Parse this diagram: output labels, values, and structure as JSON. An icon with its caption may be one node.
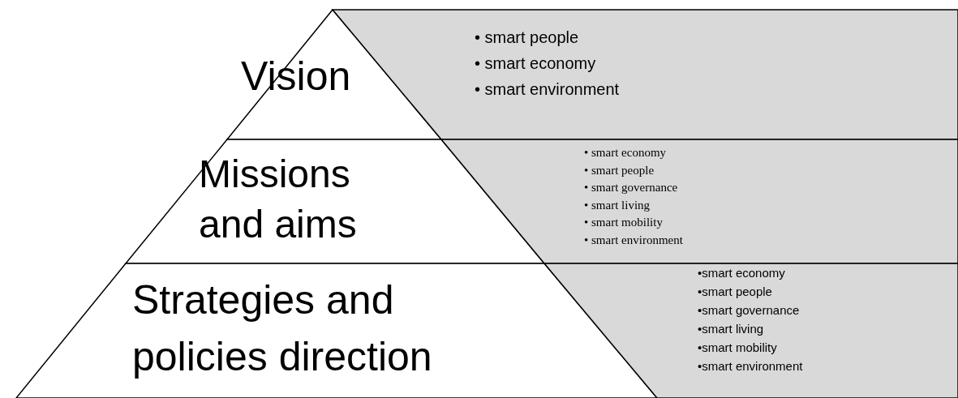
{
  "diagram": {
    "nodes": [
      {
        "text": [
          "Vision"
        ]
      },
      {
        "text": [
          "• smart people",
          "• smart economy",
          "• smart environment"
        ]
      },
      {
        "text": [
          "Missions and aims"
        ]
      },
      {
        "text": [
          "• smart economy",
          "• smart people",
          "• smart governance",
          "• smart living",
          "• smart mobility",
          "• smart environment"
        ]
      },
      {
        "text": [
          "Strategies and policies direction"
        ]
      },
      {
        "text": [
          "•smart economy",
          "•smart people",
          "•smart governance",
          "•smart living",
          "•smart mobility",
          "•smart environment"
        ]
      }
    ]
  }
}
